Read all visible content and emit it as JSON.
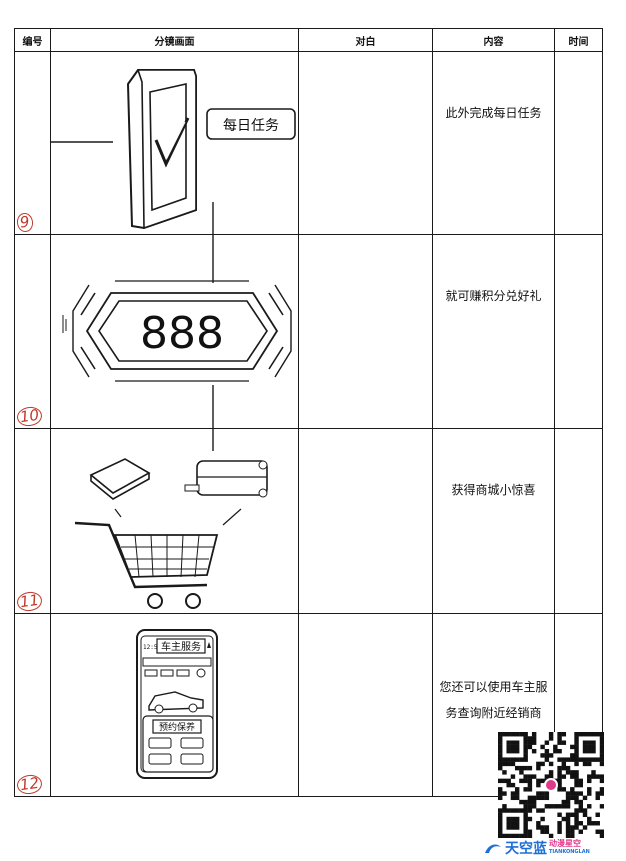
{
  "headers": {
    "number": "编号",
    "shot": "分镜画面",
    "dialogue": "对白",
    "content": "内容",
    "time": "时间"
  },
  "rows": [
    {
      "number": "9",
      "dialogue": "",
      "content": "此外完成每日任务",
      "time": "",
      "sketch_label": "每日任务"
    },
    {
      "number": "10",
      "dialogue": "",
      "content": "就可赚积分兑好礼",
      "time": "",
      "sketch_label": "888"
    },
    {
      "number": "11",
      "dialogue": "",
      "content": "获得商城小惊喜",
      "time": ""
    },
    {
      "number": "12",
      "dialogue": "",
      "content_lines": [
        "您还可以使用车主服",
        "务查询附近经销商"
      ],
      "time": "",
      "phone_title": "车主服务",
      "phone_time": "12:59",
      "phone_button": "预约保养"
    }
  ],
  "watermark": {
    "brand_main": "天空蓝",
    "brand_cn": "动漫星空",
    "brand_en": "TIANKONGLAN"
  },
  "colors": {
    "ink": "#1a1a1a",
    "number_red": "#c0392b",
    "brand_blue": "#1d6fd6",
    "brand_pink": "#e0398a"
  }
}
